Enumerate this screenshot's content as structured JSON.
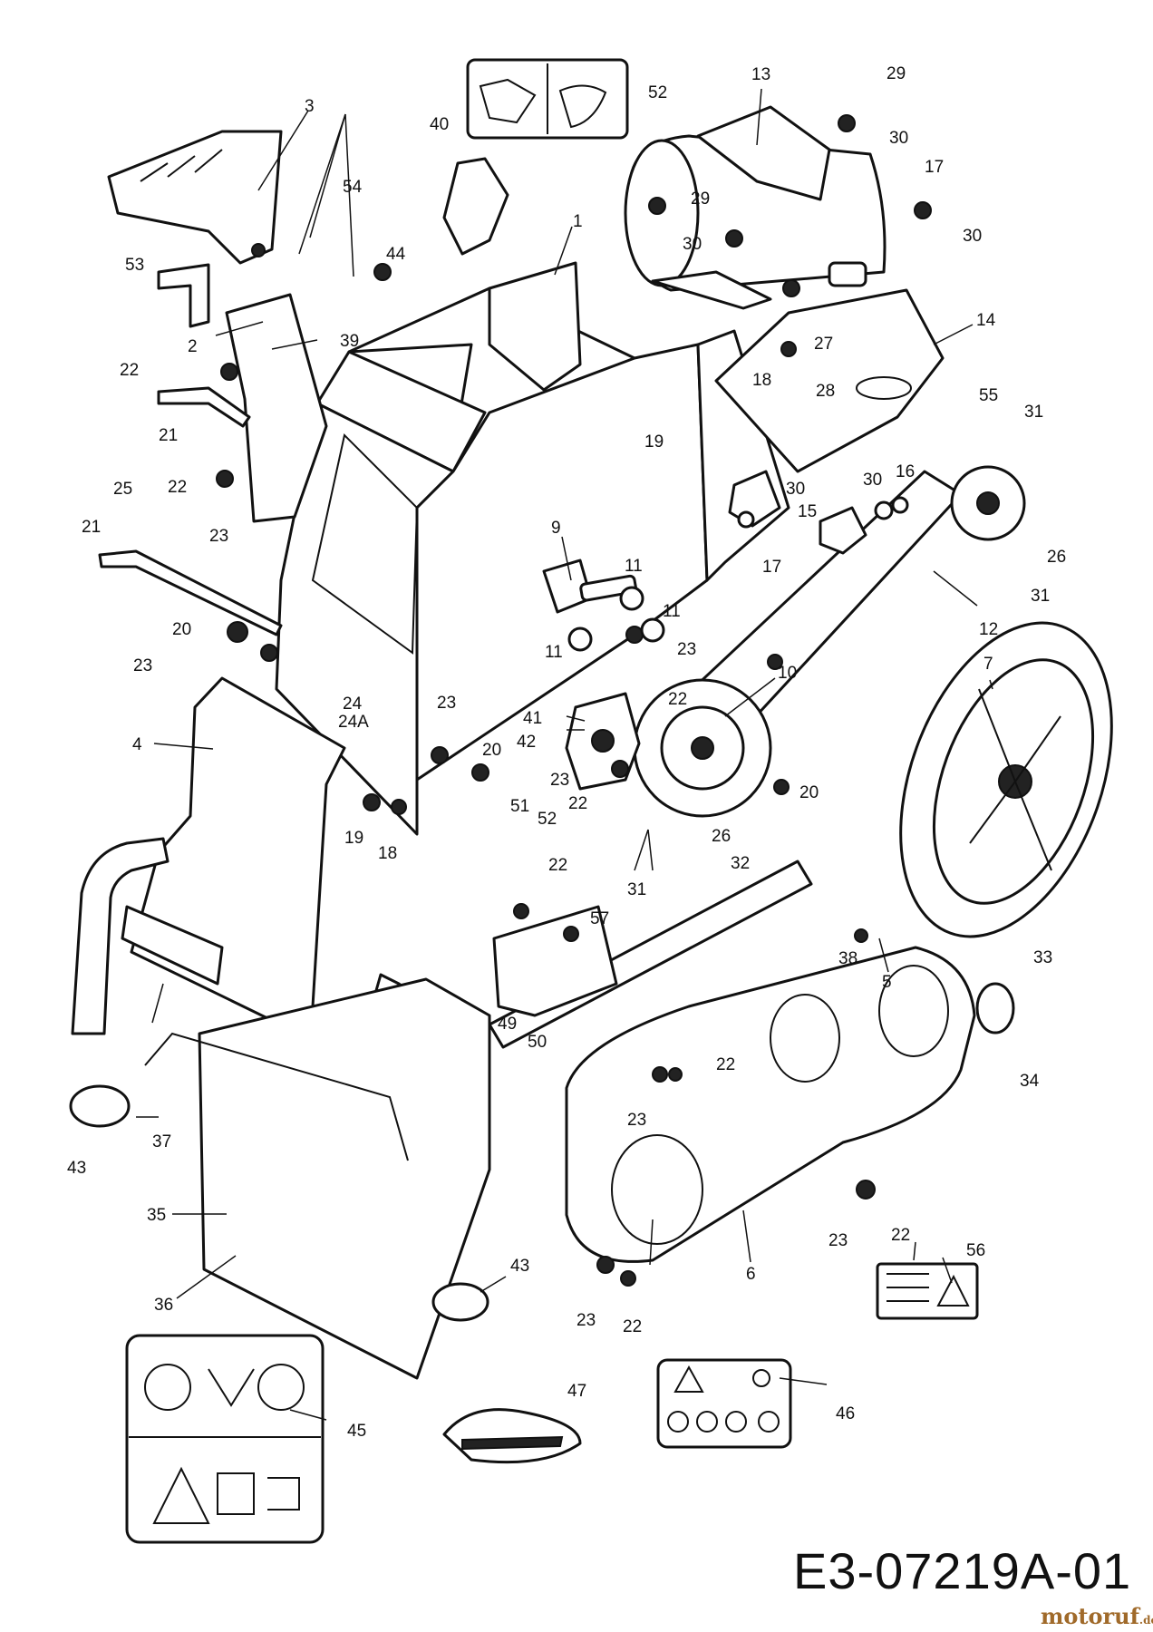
{
  "drawing_code": "E3-07219A-01",
  "watermark": {
    "name": "motoruf",
    "suffix": ".de"
  },
  "callouts": [
    {
      "id": "c1",
      "text": "1"
    },
    {
      "id": "c2",
      "text": "2"
    },
    {
      "id": "c3",
      "text": "3"
    },
    {
      "id": "c4",
      "text": "4"
    },
    {
      "id": "c5",
      "text": "5"
    },
    {
      "id": "c6",
      "text": "6"
    },
    {
      "id": "c7",
      "text": "7"
    },
    {
      "id": "c9",
      "text": "9"
    },
    {
      "id": "c10",
      "text": "10"
    },
    {
      "id": "c11a",
      "text": "11"
    },
    {
      "id": "c11b",
      "text": "11"
    },
    {
      "id": "c11c",
      "text": "11"
    },
    {
      "id": "c12",
      "text": "12"
    },
    {
      "id": "c13",
      "text": "13"
    },
    {
      "id": "c14",
      "text": "14"
    },
    {
      "id": "c15",
      "text": "15"
    },
    {
      "id": "c16",
      "text": "16"
    },
    {
      "id": "c17a",
      "text": "17"
    },
    {
      "id": "c17b",
      "text": "17"
    },
    {
      "id": "c18a",
      "text": "18"
    },
    {
      "id": "c18b",
      "text": "18"
    },
    {
      "id": "c19a",
      "text": "19"
    },
    {
      "id": "c19b",
      "text": "19"
    },
    {
      "id": "c20a",
      "text": "20"
    },
    {
      "id": "c20b",
      "text": "20"
    },
    {
      "id": "c20c",
      "text": "20"
    },
    {
      "id": "c21a",
      "text": "21"
    },
    {
      "id": "c21b",
      "text": "21"
    },
    {
      "id": "c22a",
      "text": "22"
    },
    {
      "id": "c22b",
      "text": "22"
    },
    {
      "id": "c22c",
      "text": "22"
    },
    {
      "id": "c22d",
      "text": "22"
    },
    {
      "id": "c22e",
      "text": "22"
    },
    {
      "id": "c22f",
      "text": "22"
    },
    {
      "id": "c22g",
      "text": "22"
    },
    {
      "id": "c22h",
      "text": "22"
    },
    {
      "id": "c23a",
      "text": "23"
    },
    {
      "id": "c23b",
      "text": "23"
    },
    {
      "id": "c23c",
      "text": "23"
    },
    {
      "id": "c23d",
      "text": "23"
    },
    {
      "id": "c23e",
      "text": "23"
    },
    {
      "id": "c23f",
      "text": "23"
    },
    {
      "id": "c23g",
      "text": "23"
    },
    {
      "id": "c23h",
      "text": "23"
    },
    {
      "id": "c24",
      "text": "24"
    },
    {
      "id": "c24A",
      "text": "24A"
    },
    {
      "id": "c25",
      "text": "25"
    },
    {
      "id": "c26a",
      "text": "26"
    },
    {
      "id": "c26b",
      "text": "26"
    },
    {
      "id": "c27",
      "text": "27"
    },
    {
      "id": "c28",
      "text": "28"
    },
    {
      "id": "c29a",
      "text": "29"
    },
    {
      "id": "c29b",
      "text": "29"
    },
    {
      "id": "c30a",
      "text": "30"
    },
    {
      "id": "c30b",
      "text": "30"
    },
    {
      "id": "c30c",
      "text": "30"
    },
    {
      "id": "c30d",
      "text": "30"
    },
    {
      "id": "c30e",
      "text": "30"
    },
    {
      "id": "c31a",
      "text": "31"
    },
    {
      "id": "c31b",
      "text": "31"
    },
    {
      "id": "c31c",
      "text": "31"
    },
    {
      "id": "c32",
      "text": "32"
    },
    {
      "id": "c33",
      "text": "33"
    },
    {
      "id": "c34",
      "text": "34"
    },
    {
      "id": "c35",
      "text": "35"
    },
    {
      "id": "c36",
      "text": "36"
    },
    {
      "id": "c37",
      "text": "37"
    },
    {
      "id": "c38",
      "text": "38"
    },
    {
      "id": "c39",
      "text": "39"
    },
    {
      "id": "c40",
      "text": "40"
    },
    {
      "id": "c41",
      "text": "41"
    },
    {
      "id": "c42",
      "text": "42"
    },
    {
      "id": "c43a",
      "text": "43"
    },
    {
      "id": "c43b",
      "text": "43"
    },
    {
      "id": "c44",
      "text": "44"
    },
    {
      "id": "c45",
      "text": "45"
    },
    {
      "id": "c46",
      "text": "46"
    },
    {
      "id": "c47",
      "text": "47"
    },
    {
      "id": "c49",
      "text": "49"
    },
    {
      "id": "c50",
      "text": "50"
    },
    {
      "id": "c51",
      "text": "51"
    },
    {
      "id": "c52a",
      "text": "52"
    },
    {
      "id": "c52b",
      "text": "52"
    },
    {
      "id": "c53",
      "text": "53"
    },
    {
      "id": "c54",
      "text": "54"
    },
    {
      "id": "c55",
      "text": "55"
    },
    {
      "id": "c56",
      "text": "56"
    },
    {
      "id": "c57",
      "text": "57"
    }
  ]
}
